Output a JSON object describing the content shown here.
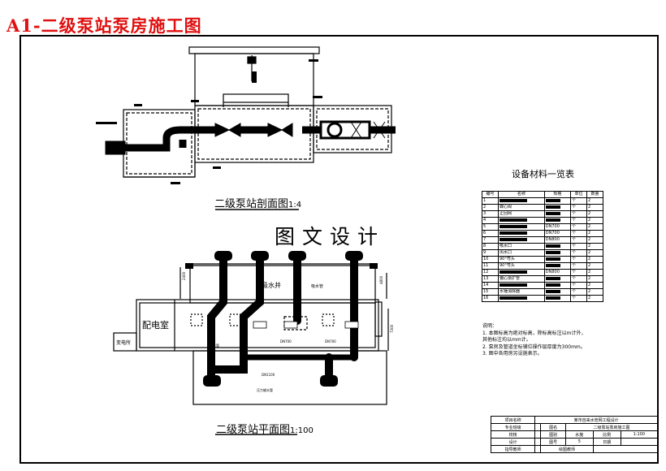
{
  "sheet_title": "A1-二级泵站泵房施工图",
  "section_view": {
    "title": "二级泵站剖面图",
    "scale": "1:4"
  },
  "plan_view": {
    "title": "二级泵站平面图",
    "scale": "1:100",
    "labels": {
      "suction_well": "吸水井",
      "suction_pipe": "吸水管",
      "substation": "配电室",
      "small_room": "变电所",
      "outlet_pipe": "出水管",
      "dn_a": "DN700",
      "dn_b": "DN700",
      "dn_c": "DN1100",
      "main_pipe": "压力输水管",
      "dim_left": "2400",
      "dim_right": "4800",
      "dim_side": "7300"
    }
  },
  "watermark": "图文设计",
  "equipment_table": {
    "title": "设备材料一览表",
    "headers": [
      "编号",
      "名称",
      "规格",
      "单位",
      "数量"
    ],
    "rows": [
      {
        "no": "1",
        "name": "",
        "spec": "",
        "unit": "个",
        "qty": "2"
      },
      {
        "no": "2",
        "name": "蝶心阀",
        "spec": "",
        "unit": "个",
        "qty": "2"
      },
      {
        "no": "3",
        "name": "止回阀",
        "spec": "",
        "unit": "个",
        "qty": "2"
      },
      {
        "no": "4",
        "name": "",
        "spec": "",
        "unit": "个",
        "qty": "2"
      },
      {
        "no": "5",
        "name": "",
        "spec": "DN700",
        "unit": "个",
        "qty": "2"
      },
      {
        "no": "6",
        "name": "",
        "spec": "DN700",
        "unit": "个",
        "qty": "2"
      },
      {
        "no": "7",
        "name": "",
        "spec": "DN800",
        "unit": "个",
        "qty": "2"
      },
      {
        "no": "8",
        "name": "吸水口",
        "spec": "",
        "unit": "个",
        "qty": "2"
      },
      {
        "no": "9",
        "name": "出水口",
        "spec": "",
        "unit": "个",
        "qty": "2"
      },
      {
        "no": "10",
        "name": "90°弯头",
        "spec": "",
        "unit": "个",
        "qty": "2"
      },
      {
        "no": "11",
        "name": "90°弯头",
        "spec": "",
        "unit": "个",
        "qty": "2"
      },
      {
        "no": "12",
        "name": "",
        "spec": "DN800",
        "unit": "个",
        "qty": "2"
      },
      {
        "no": "13",
        "name": "偏心渐扩管",
        "spec": "",
        "unit": "个",
        "qty": "2"
      },
      {
        "no": "14",
        "name": "",
        "spec": "",
        "unit": "个",
        "qty": "2"
      },
      {
        "no": "15",
        "name": "水锤消除器",
        "spec": "",
        "unit": "个",
        "qty": "2"
      },
      {
        "no": "16",
        "name": "",
        "spec": "",
        "unit": "个",
        "qty": "2"
      }
    ]
  },
  "notes": {
    "heading": "说明：",
    "lines": [
      "1. 本图标高为绝对标高，除标高标注以m计外，",
      "其他标注均以mm计。",
      "2. 泵房及管道坐标铺位操作层厚度为300mm。",
      "3. 图中各用房另设施表示。"
    ]
  },
  "title_block": {
    "project_label": "项目名称",
    "project_name": "某市自来水管网工程设计",
    "design_label": "专业班级",
    "drawing_label": "图名",
    "drawing_name": "二级泵站泵房施工图",
    "check_label": "校核",
    "category_label": "图别",
    "category_value": "水施",
    "scale_label": "比例",
    "scale_value": "1:100",
    "designer_label": "设计",
    "number_label": "图号",
    "number_value": "5",
    "date_label": "日期",
    "instructor_label": "指导教师",
    "drafter_label": "绘图教师"
  },
  "colors": {
    "title_red": "#e01010",
    "ink": "#000000"
  }
}
